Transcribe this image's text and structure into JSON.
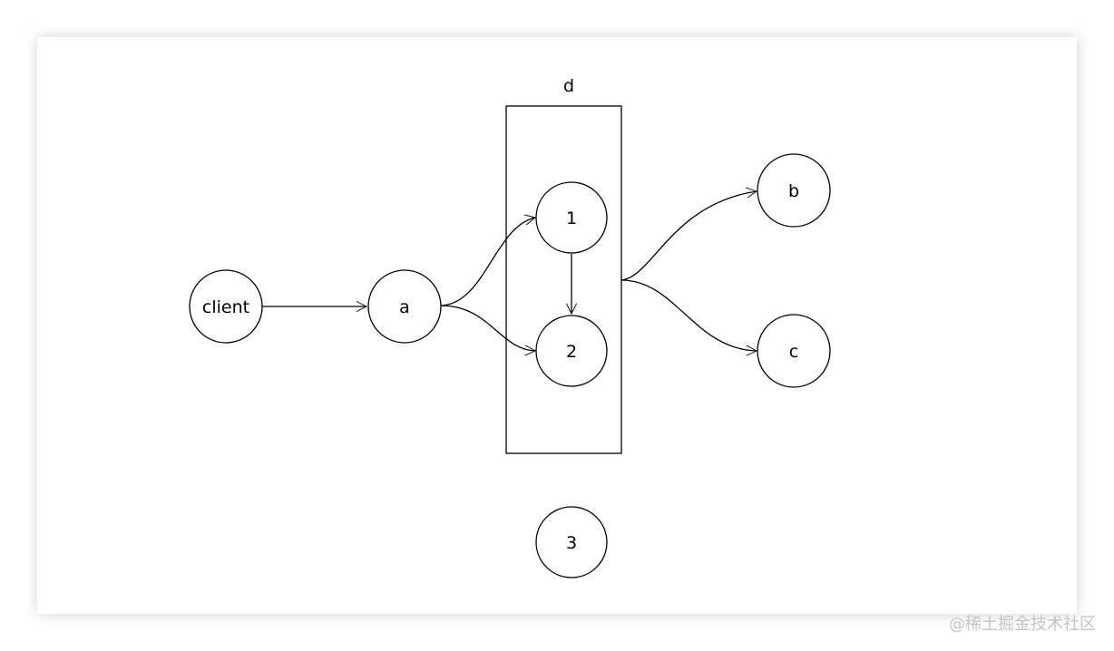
{
  "diagram": {
    "nodes": {
      "client": "client",
      "a": "a",
      "n1": "1",
      "n2": "2",
      "n3": "3",
      "b": "b",
      "c": "c"
    },
    "group_label": "d",
    "edges": [
      {
        "from": "client",
        "to": "a"
      },
      {
        "from": "a",
        "to": "1"
      },
      {
        "from": "a",
        "to": "2"
      },
      {
        "from": "1",
        "to": "2"
      },
      {
        "from": "d",
        "to": "b"
      },
      {
        "from": "d",
        "to": "c"
      }
    ]
  },
  "watermark": "@稀土掘金技术社区"
}
